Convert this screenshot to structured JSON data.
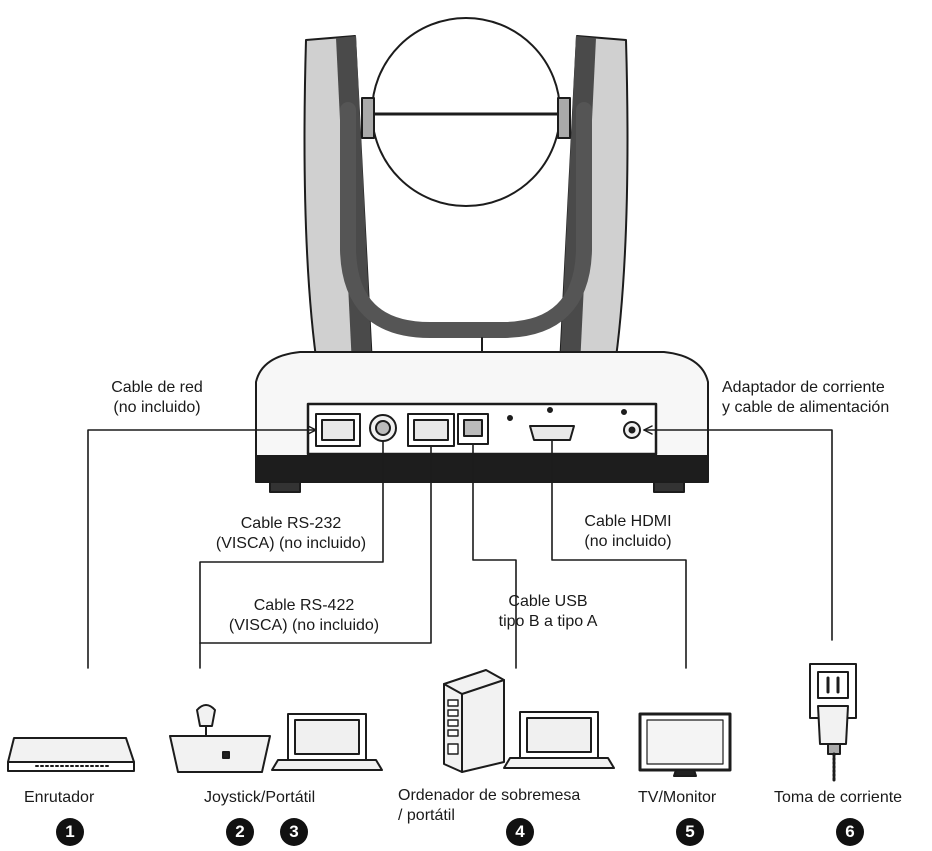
{
  "labels": {
    "network_cable": [
      "Cable de red",
      "(no incluido)"
    ],
    "power_adapter": [
      "Adaptador de corriente",
      "y cable de alimentación"
    ],
    "rs232_cable": [
      "Cable RS-232",
      "(VISCA) (no incluido)"
    ],
    "rs422_cable": [
      "Cable RS-422",
      "(VISCA) (no incluido)"
    ],
    "hdmi_cable": [
      "Cable HDMI",
      "(no incluido)"
    ],
    "usb_cable": [
      "Cable USB",
      "tipo B a tipo A"
    ]
  },
  "devices": {
    "router": "Enrutador",
    "joystick_laptop": "Joystick/Portátil",
    "desktop_laptop": [
      "Ordenador de sobremesa",
      "/ portátil"
    ],
    "tv_monitor": "TV/Monitor",
    "power_outlet": "Toma de corriente"
  },
  "badges": [
    "1",
    "2",
    "3",
    "4",
    "5",
    "6"
  ]
}
